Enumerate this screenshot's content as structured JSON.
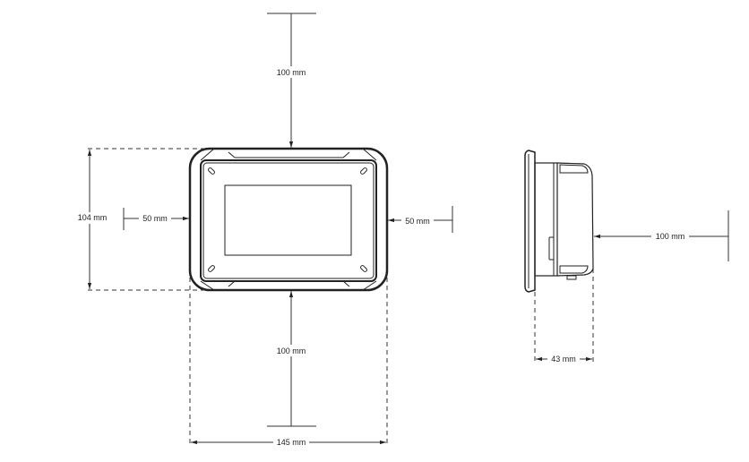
{
  "diagram": {
    "front_view": {
      "top_clearance": "100 mm",
      "bottom_clearance": "100 mm",
      "left_clearance": "50 mm",
      "right_clearance": "50 mm",
      "height": "104 mm",
      "width": "145 mm"
    },
    "side_view": {
      "rear_clearance": "100 mm",
      "depth": "43 mm"
    }
  }
}
